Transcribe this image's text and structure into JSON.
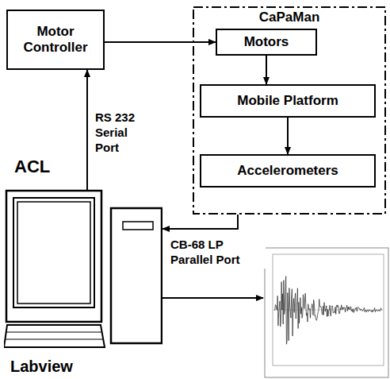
{
  "diagram": {
    "nodes": [
      {
        "text": [
          "Motor Controller"
        ]
      },
      {
        "text": [
          "CaPaMan"
        ]
      },
      {
        "text": [
          "Motors"
        ],
        "in": 1
      },
      {
        "text": [
          "Mobile Platform"
        ],
        "in": 1
      },
      {
        "text": [
          "Accelerometers"
        ],
        "in": 1
      },
      {
        "text": [
          "ACL",
          "Labview"
        ]
      }
    ],
    "edges": [
      {
        "from": 0,
        "to": 2,
        "arrow": "to"
      },
      {
        "from": 2,
        "to": 3,
        "arrow": "to"
      },
      {
        "from": 3,
        "to": 4,
        "arrow": "to"
      },
      {
        "from": 5,
        "to": 0,
        "label": "RS 232 Serial Port",
        "arrow": "to"
      },
      {
        "from": 1,
        "to": 5,
        "label": "CB-68 LP Parallel Port",
        "arrow": "to"
      }
    ]
  }
}
